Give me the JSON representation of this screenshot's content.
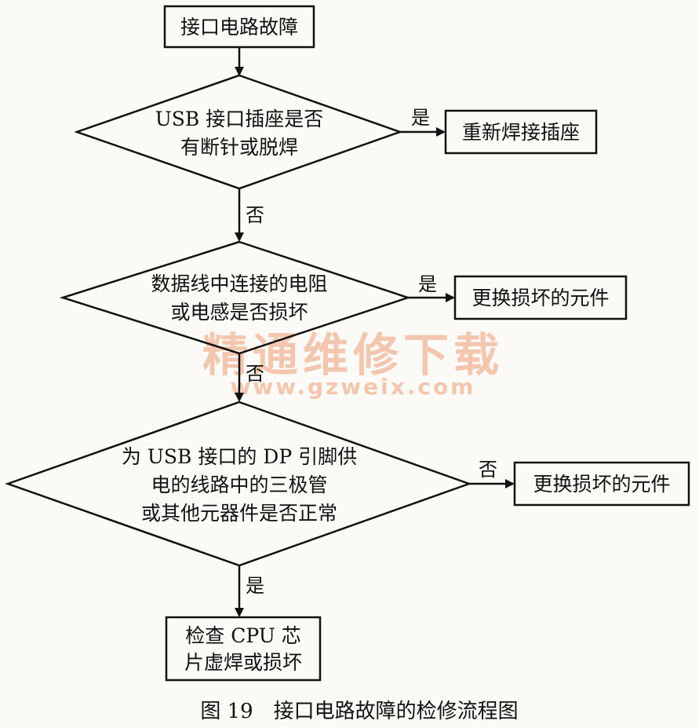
{
  "nodes": {
    "start": {
      "text": "接口电路故障"
    },
    "q1": {
      "lines": [
        "USB 接口插座是否",
        "有断针或脱焊"
      ]
    },
    "a1": {
      "text": "重新焊接插座"
    },
    "q2": {
      "lines": [
        "数据线中连接的电阻",
        "或电感是否损坏"
      ]
    },
    "a2": {
      "text": "更换损坏的元件"
    },
    "q3": {
      "lines": [
        "为 USB 接口的 DP 引脚供",
        "电的线路中的三极管",
        "或其他元器件是否正常"
      ]
    },
    "a3": {
      "text": "更换损坏的元件"
    },
    "end": {
      "lines": [
        "检查 CPU 芯",
        "片虚焊或损坏"
      ]
    }
  },
  "edges": {
    "q1_yes": "是",
    "q1_no": "否",
    "q2_yes": "是",
    "q2_no": "否",
    "q3_no": "否",
    "q3_yes": "是"
  },
  "watermark": {
    "title": "精通维修下载",
    "url": "www.gzweix.com"
  },
  "caption": "图 19　接口电路故障的检修流程图",
  "colors": {
    "stroke": "#111111",
    "watermark": "#f4c6ad",
    "background": "#fbfaf6"
  }
}
